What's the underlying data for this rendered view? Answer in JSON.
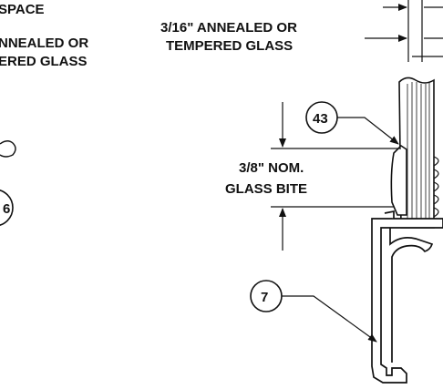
{
  "labels": {
    "left_top": "SPACE",
    "left_mid_1": "NNEALED OR",
    "left_mid_2": "ERED GLASS",
    "glass_1": "3/16\" ANNEALED OR",
    "glass_2": "TEMPERED GLASS",
    "bite_1": "3/8\" NOM.",
    "bite_2": "GLASS BITE"
  },
  "callouts": {
    "c43": "43",
    "c7": "7",
    "c6": "6"
  },
  "colors": {
    "ink": "#111111",
    "paper": "#ffffff"
  }
}
